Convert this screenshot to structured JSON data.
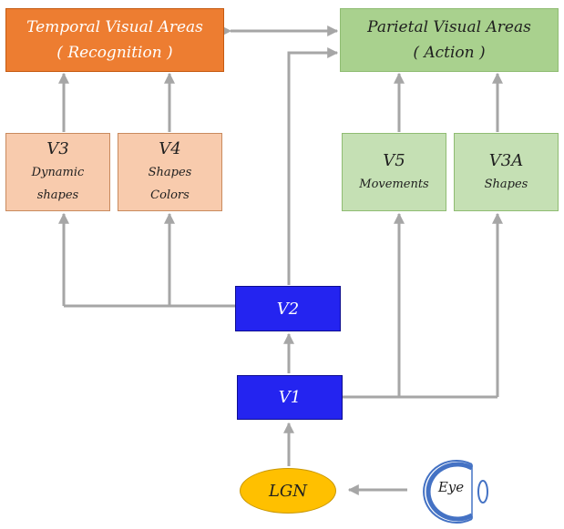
{
  "nodes": {
    "temporal": {
      "title": "Temporal Visual Areas",
      "subtitle": "( Recognition )"
    },
    "parietal": {
      "title": "Parietal Visual Areas",
      "subtitle": "( Action )"
    },
    "v3": {
      "name": "V3",
      "line1": "Dynamic",
      "line2": "shapes"
    },
    "v4": {
      "name": "V4",
      "line1": "Shapes",
      "line2": "Colors"
    },
    "v5": {
      "name": "V5",
      "line1": "Movements"
    },
    "v3a": {
      "name": "V3A",
      "line1": "Shapes"
    },
    "v2": {
      "name": "V2"
    },
    "v1": {
      "name": "V1"
    },
    "lgn": {
      "name": "LGN"
    },
    "eye": {
      "name": "Eye"
    }
  },
  "colors": {
    "temporal": "#ed7d31",
    "parietal": "#a9d18e",
    "ventral_areas": "#f8cbad",
    "dorsal_areas": "#c5e0b4",
    "early_areas": "#2424f0",
    "lgn": "#ffc000",
    "arrows": "#a6a6a6",
    "eye": "#4472c4"
  }
}
